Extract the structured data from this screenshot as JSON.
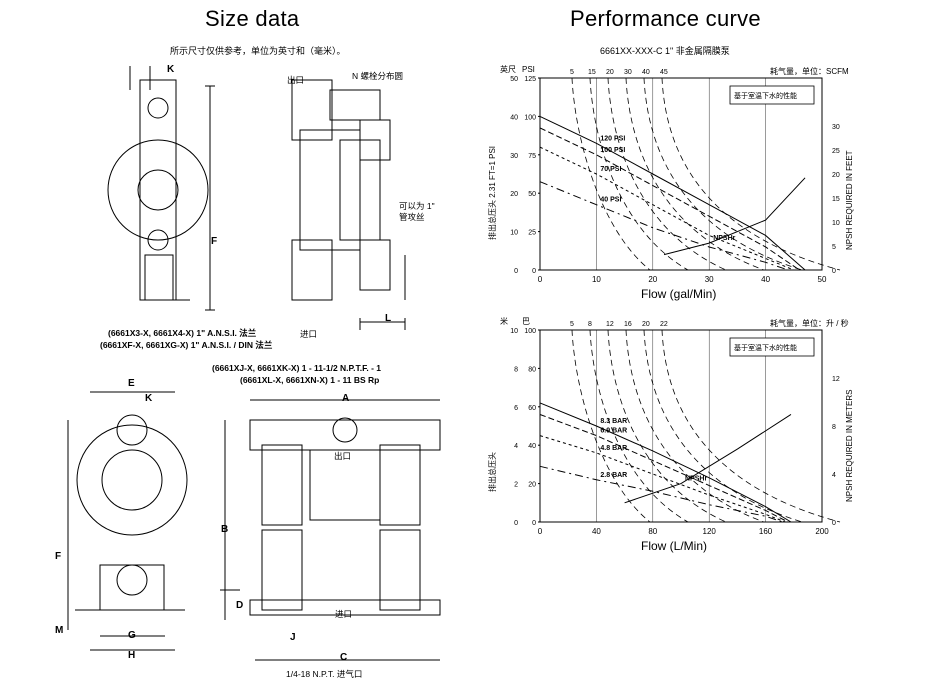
{
  "left": {
    "title": "Size data",
    "note": "所示尺寸仅供参考，单位为英寸和（毫米）。",
    "outlet_top": "出口",
    "bolt_pattern": "N 螺栓分布圆",
    "can_use": "可以为 1\"",
    "pipe_thread": "管攻丝",
    "inlet_label": "进口",
    "ansi_line1": "(6661X3-X, 6661X4-X) 1\" A.N.S.I. 法兰",
    "ansi_line2": "(6661XF-X, 6661XG-X) 1\" A.N.S.I. / DIN 法兰",
    "npt_line1": "(6661XJ-X, 6661XK-X) 1 - 11-1/2 N.P.T.F. - 1",
    "npt_line2": "(6661XL-X, 6661XN-X) 1 - 11 BS Rp",
    "outlet_center": "出口",
    "inlet_bottom": "进口",
    "air_inlet": "1/4-18 N.P.T. 进气口",
    "dims": {
      "k": "K",
      "f": "F",
      "l": "L",
      "e": "E",
      "a": "A",
      "b": "B",
      "d": "D",
      "m": "M",
      "g": "G",
      "h": "H",
      "j": "J",
      "c": "C"
    }
  },
  "right": {
    "title": "Performance curve",
    "model_line": "6661XX-XXX-C 1\" 非金属隔膜泵"
  },
  "chart_data": [
    {
      "type": "line",
      "title": "",
      "unit_top_left": "英尺",
      "unit_psi": "PSI",
      "air_label": "耗气量，单位：SCFM",
      "air_ticks": [
        "5",
        "15",
        "20",
        "30",
        "40",
        "45"
      ],
      "legend_box": "基于室温下水的性能",
      "xlabel": "Flow (gal/Min)",
      "ylabel": "排出总压头 2.31 FT=1 PSI",
      "y2label": "NPSH REQUIRED IN FEET",
      "x_ticks": [
        "0",
        "10",
        "20",
        "30",
        "40",
        "50"
      ],
      "y_left_feet": [
        "0",
        "25",
        "50",
        "75",
        "100",
        "125"
      ],
      "y_left_psi": [
        "0",
        "10",
        "20",
        "30",
        "40",
        "50"
      ],
      "y_right": [
        "0",
        "5",
        "10",
        "15",
        "20",
        "25",
        "30"
      ],
      "xlim": [
        0,
        50
      ],
      "ylim_psi": [
        0,
        50
      ],
      "series": [
        {
          "name": "120 PSI",
          "x": [
            0,
            10,
            20,
            30,
            40,
            47
          ],
          "y": [
            40,
            33,
            25,
            17,
            9,
            0
          ]
        },
        {
          "name": "100 PSI",
          "x": [
            0,
            10,
            20,
            30,
            40,
            46
          ],
          "y": [
            37,
            30,
            22,
            14,
            6,
            0
          ]
        },
        {
          "name": "70 PSI",
          "x": [
            0,
            10,
            20,
            30,
            40,
            45
          ],
          "y": [
            32,
            25,
            17,
            9,
            3,
            0
          ]
        },
        {
          "name": "40 PSI",
          "x": [
            0,
            10,
            20,
            30,
            40,
            44
          ],
          "y": [
            23,
            17,
            11,
            6,
            2,
            0
          ]
        },
        {
          "name": "NPSHr",
          "x": [
            22,
            30,
            40,
            47
          ],
          "y": [
            4,
            7,
            13,
            24
          ]
        }
      ]
    },
    {
      "type": "line",
      "title": "",
      "unit_top_left": "米",
      "unit_bar": "巴",
      "air_label": "耗气量，单位：升 / 秒",
      "air_ticks": [
        "5",
        "8",
        "12",
        "16",
        "20",
        "22"
      ],
      "legend_box": "基于室温下水的性能",
      "xlabel": "Flow (L/Min)",
      "ylabel": "排出总压头",
      "y2label": "NPSH REQUIRED IN METERS",
      "x_ticks": [
        "0",
        "40",
        "80",
        "120",
        "160",
        "200"
      ],
      "y_left_m": [
        "0",
        "20",
        "40",
        "60",
        "80",
        "100"
      ],
      "y_left_bar": [
        "0",
        "2",
        "4",
        "6",
        "8",
        "10"
      ],
      "y_right": [
        "0",
        "4",
        "8",
        "12"
      ],
      "xlim": [
        0,
        200
      ],
      "ylim_bar": [
        0,
        10
      ],
      "series": [
        {
          "name": "8.3 BAR",
          "x": [
            0,
            40,
            80,
            120,
            160,
            178
          ],
          "y": [
            6.2,
            5.0,
            3.7,
            2.3,
            0.8,
            0
          ]
        },
        {
          "name": "6.9 BAR",
          "x": [
            0,
            40,
            80,
            120,
            160,
            176
          ],
          "y": [
            5.6,
            4.5,
            3.2,
            1.9,
            0.6,
            0
          ]
        },
        {
          "name": "4.8 BAR",
          "x": [
            0,
            40,
            80,
            120,
            160,
            174
          ],
          "y": [
            4.5,
            3.6,
            2.5,
            1.4,
            0.4,
            0
          ]
        },
        {
          "name": "2.8 BAR",
          "x": [
            0,
            40,
            80,
            120,
            160,
            172
          ],
          "y": [
            2.9,
            2.2,
            1.6,
            0.9,
            0.3,
            0
          ]
        },
        {
          "name": "NPSHr",
          "x": [
            60,
            100,
            140,
            178
          ],
          "y": [
            1.0,
            2.0,
            3.8,
            5.6
          ]
        }
      ]
    }
  ]
}
